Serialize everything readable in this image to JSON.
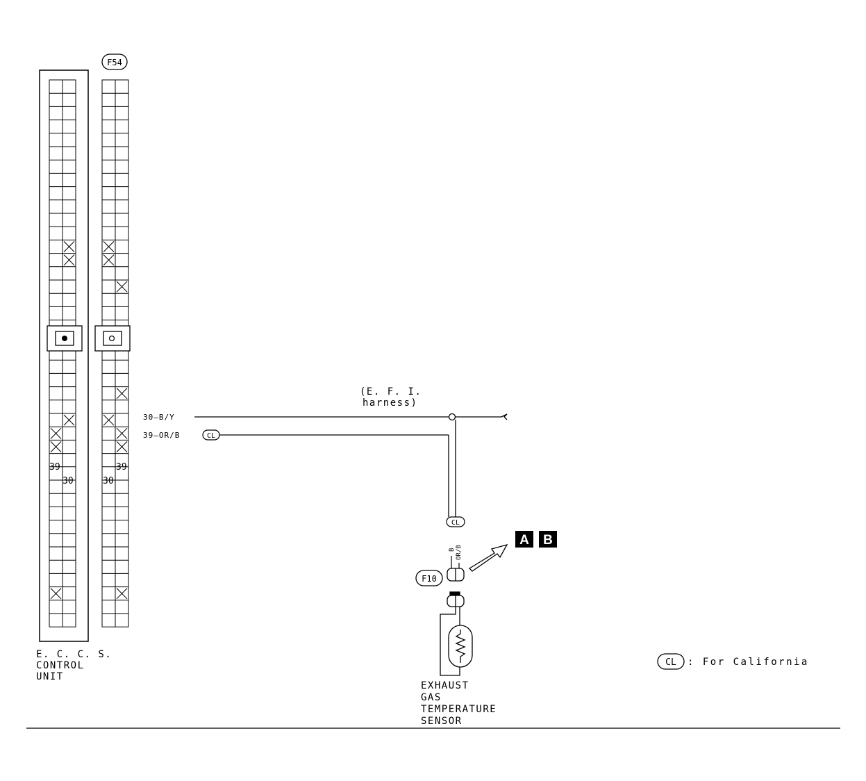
{
  "connectors": {
    "ecu_id": "",
    "fs_id": "F54",
    "f10_id": "F10",
    "ecu_pins": {
      "pin39": "39",
      "pin30": "30"
    },
    "fs_pins": {
      "pin39": "39",
      "pin30": "30"
    }
  },
  "ecu_label": [
    "E. C. C. S.",
    "CONTROL",
    "UNIT"
  ],
  "harness_label": [
    "(E. F. I.",
    "harness)"
  ],
  "wires": [
    {
      "id": "w30",
      "text": "30—B/Y"
    },
    {
      "id": "w39",
      "text": "39—OR/B"
    }
  ],
  "cl_tag": "CL",
  "vertical_wire_labels": [
    "B",
    "OR/B"
  ],
  "badges": [
    "A",
    "B"
  ],
  "sensor_label": [
    "EXHAUST",
    "GAS",
    "TEMPERATURE",
    "SENSOR"
  ],
  "legend": {
    "tag": "CL",
    "text": ": For California"
  },
  "icons": [
    "thermistor-icon",
    "arrow-icon",
    "wire-splice-icon",
    "wire-break-icon"
  ]
}
